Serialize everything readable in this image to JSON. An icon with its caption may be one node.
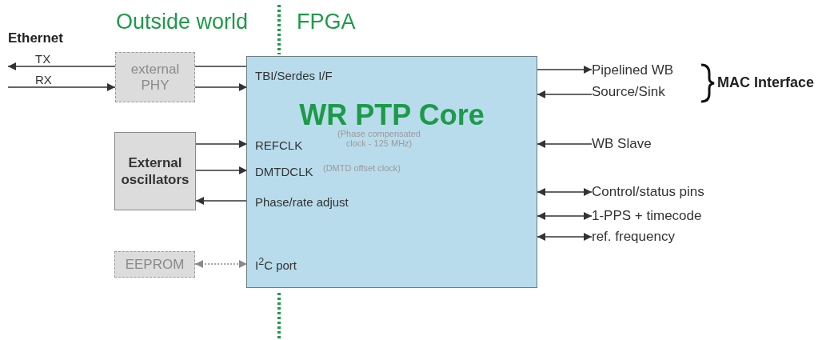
{
  "diagram": {
    "nodes": [
      {
        "text": [
          "external PHY"
        ]
      },
      {
        "text": [
          "External oscillators"
        ]
      },
      {
        "text": [
          "EEPROM"
        ]
      },
      {
        "text": [
          "WR PTP Core"
        ]
      },
      {
        "text": [
          "TBI/Serdes I/F"
        ],
        "in": 3
      },
      {
        "text": [
          "REFCLK"
        ],
        "in": 3,
        "beside": [
          "(Phase compensated clock - 125 MHz)"
        ]
      },
      {
        "text": [
          "DMTDCLK"
        ],
        "in": 3,
        "beside": [
          "(DMTD offset clock)"
        ]
      },
      {
        "text": [
          "Phase/rate adjust"
        ],
        "in": 3
      },
      {
        "text": [
          "I$^{2}$C port"
        ],
        "in": 3
      },
      {
        "text": [
          "Pipelined WB"
        ]
      },
      {
        "text": [
          "Source/Sink"
        ]
      },
      {
        "text": [
          "WB Slave"
        ]
      },
      {
        "text": [
          "Control/status pins"
        ]
      },
      {
        "text": [
          "1-PPS + timecode"
        ]
      },
      {
        "text": [
          "ref. frequency"
        ]
      }
    ],
    "edges": [
      {
        "from": 4,
        "to": 0,
        "arrow": "none"
      },
      {
        "from": 0,
        "to": null,
        "arrow": "to",
        "label": "TX"
      },
      {
        "from": null,
        "to": 0,
        "arrow": "to",
        "label": "RX"
      },
      {
        "from": 0,
        "to": 4,
        "arrow": "to"
      },
      {
        "from": 1,
        "to": 5,
        "arrow": "to"
      },
      {
        "from": 1,
        "to": 6,
        "arrow": "to"
      },
      {
        "from": 7,
        "to": 1,
        "arrow": "to"
      },
      {
        "from": 2,
        "to": 8,
        "arrow": "both",
        "style": "dashed",
        "color": "#8a8a8a"
      },
      {
        "from": 3,
        "to": 9,
        "arrow": "to"
      },
      {
        "from": 10,
        "to": 3,
        "arrow": "to"
      },
      {
        "from": 11,
        "to": 3,
        "arrow": "to"
      },
      {
        "from": 3,
        "to": 12,
        "arrow": "both"
      },
      {
        "from": 3,
        "to": 13,
        "arrow": "both"
      },
      {
        "from": 3,
        "to": 14,
        "arrow": "both"
      }
    ],
    "labels": [
      "Outside world",
      "FPGA",
      "Ethernet",
      "MAC Interface"
    ]
  }
}
